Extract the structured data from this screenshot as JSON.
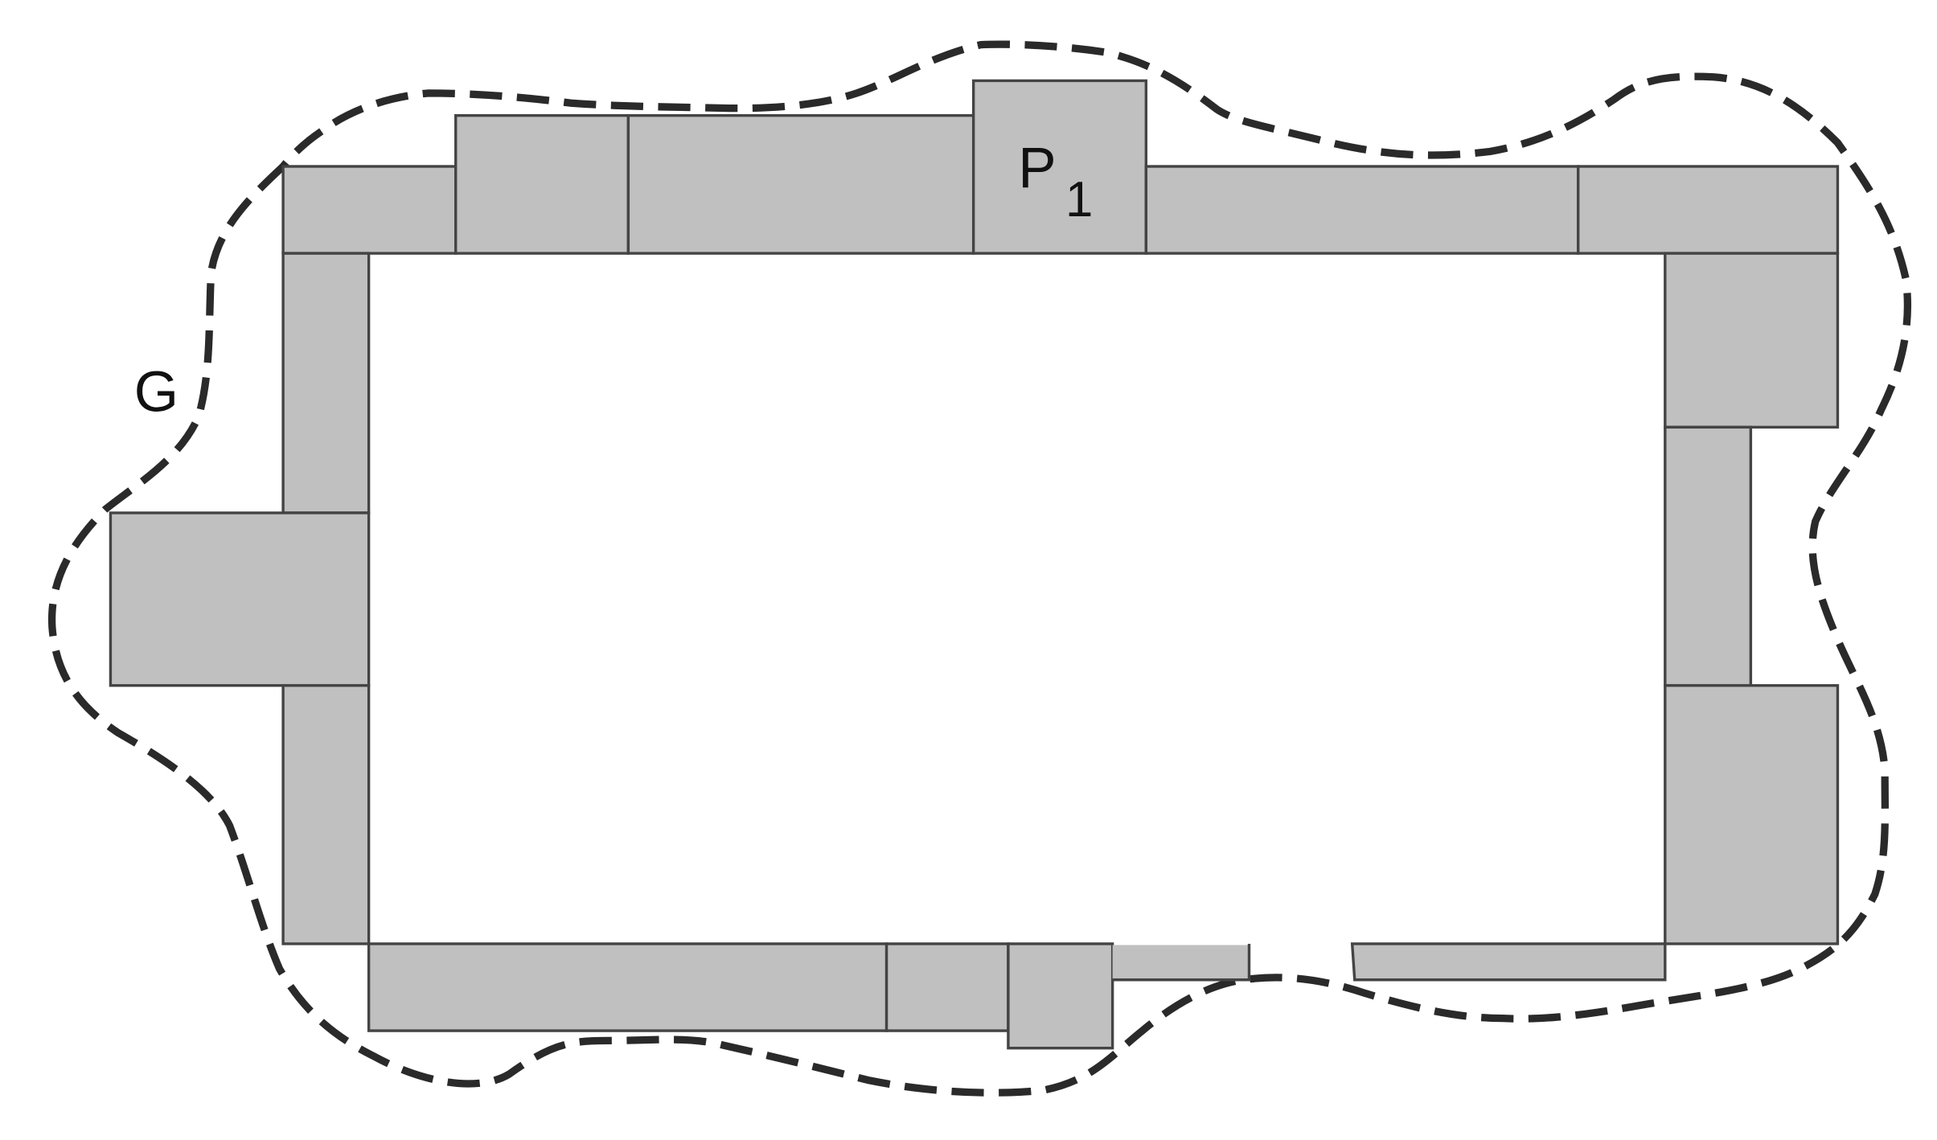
{
  "labels": {
    "region": "G",
    "piece_main": "P",
    "piece_sub": "1"
  },
  "colors": {
    "block_fill": "#c0c0c0",
    "block_stroke": "#444444",
    "boundary": "#2a2a2a"
  }
}
